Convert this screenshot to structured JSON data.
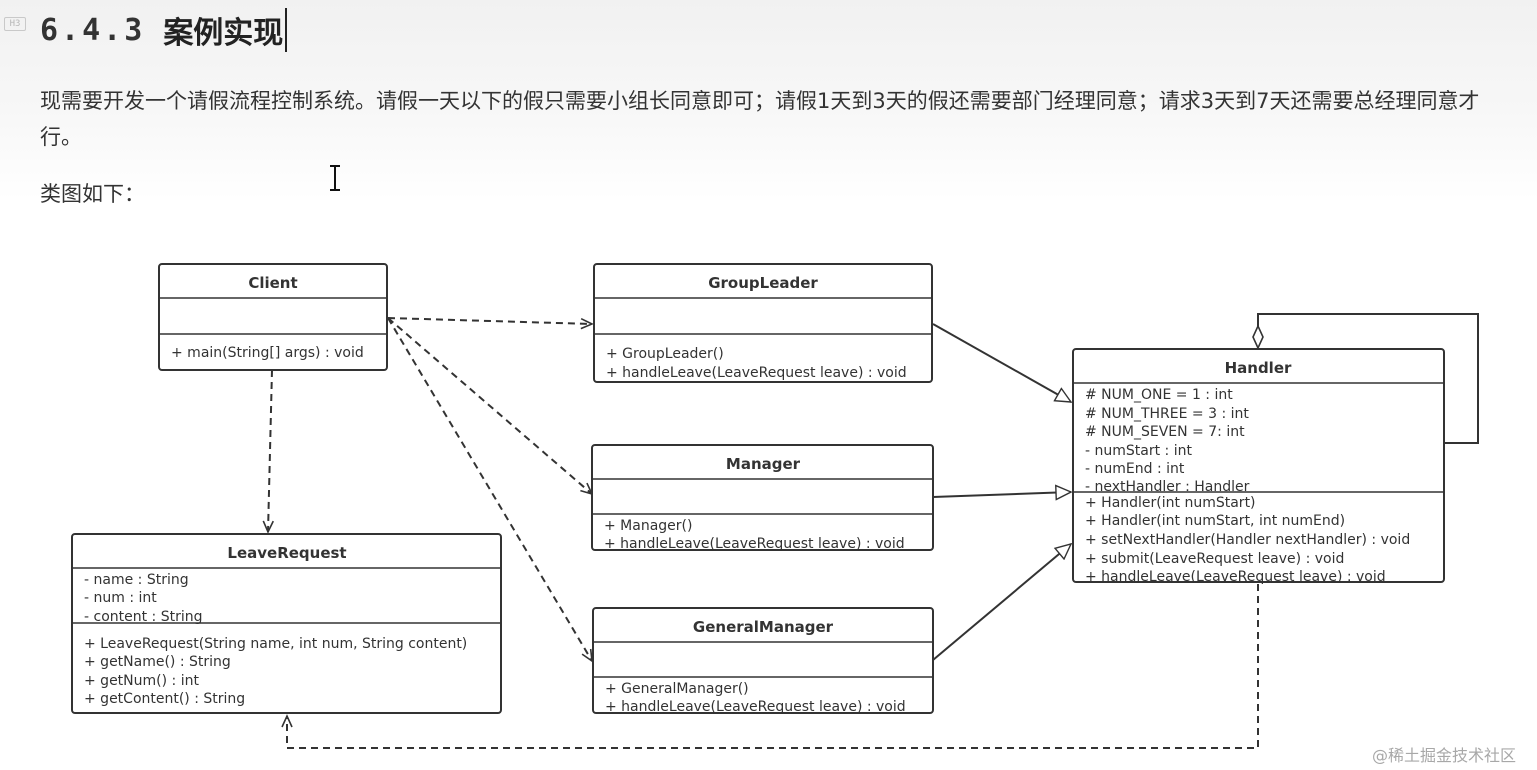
{
  "heading": {
    "badge": "H3",
    "number": "6.4.3",
    "title": "案例实现"
  },
  "paragraph": "现需要开发一个请假流程控制系统。请假一天以下的假只需要小组长同意即可；请假1天到3天的假还需要部门经理同意；请求3天到7天还需要总经理同意才行。",
  "caption": "类图如下：",
  "classes": {
    "client": {
      "name": "Client",
      "attributes": [],
      "methods": [
        "+ main(String[] args) : void"
      ]
    },
    "groupLeader": {
      "name": "GroupLeader",
      "attributes": [],
      "methods": [
        "+ GroupLeader()",
        "+ handleLeave(LeaveRequest leave) : void"
      ]
    },
    "manager": {
      "name": "Manager",
      "attributes": [],
      "methods": [
        "+ Manager()",
        "+ handleLeave(LeaveRequest leave) : void"
      ]
    },
    "generalManager": {
      "name": "GeneralManager",
      "attributes": [],
      "methods": [
        "+ GeneralManager()",
        "+ handleLeave(LeaveRequest leave) : void"
      ]
    },
    "leaveRequest": {
      "name": "LeaveRequest",
      "attributes": [
        "- name : String",
        "- num : int",
        "- content : String"
      ],
      "methods": [
        "+ LeaveRequest(String name, int num, String content)",
        "+ getName() : String",
        "+ getNum() : int",
        "+ getContent() : String"
      ]
    },
    "handler": {
      "name": "Handler",
      "attributes": [
        "# NUM_ONE = 1 :   int",
        "# NUM_THREE = 3 :   int",
        "# NUM_SEVEN = 7:   int",
        "- numStart :   int",
        "- numEnd :   int",
        "- nextHandler :   Handler"
      ],
      "methods": [
        "+ Handler(int numStart)",
        "+ Handler(int numStart, int numEnd)",
        "+ setNextHandler(Handler nextHandler) :   void",
        "+ submit(LeaveRequest leave) :   void",
        "+ handleLeave(LeaveRequest leave) :   void"
      ]
    }
  },
  "watermark": "@稀土掘金技术社区"
}
